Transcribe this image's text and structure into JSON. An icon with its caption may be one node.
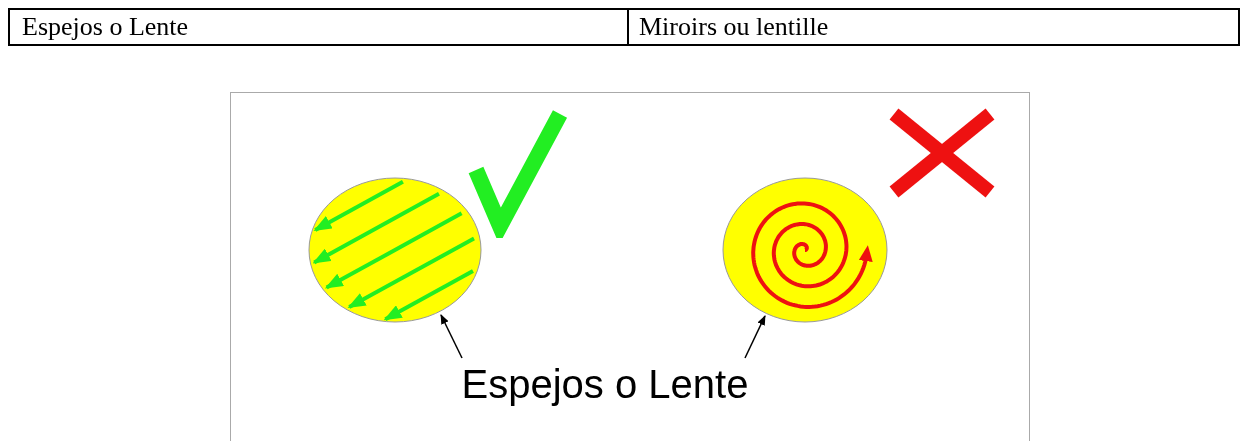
{
  "diagram": {
    "nodes": [
      {
        "text": [],
        "shape": "circle"
      },
      {
        "text": [],
        "shape": "circle"
      },
      {
        "text": [
          "Espejos o Lente"
        ]
      }
    ],
    "edges": [
      {
        "from": 2,
        "to": 0,
        "arrow": "to"
      },
      {
        "from": 2,
        "to": 1,
        "arrow": "to"
      }
    ],
    "labels": [
      "Espejos o Lente",
      "Miroirs ou lentille"
    ]
  }
}
